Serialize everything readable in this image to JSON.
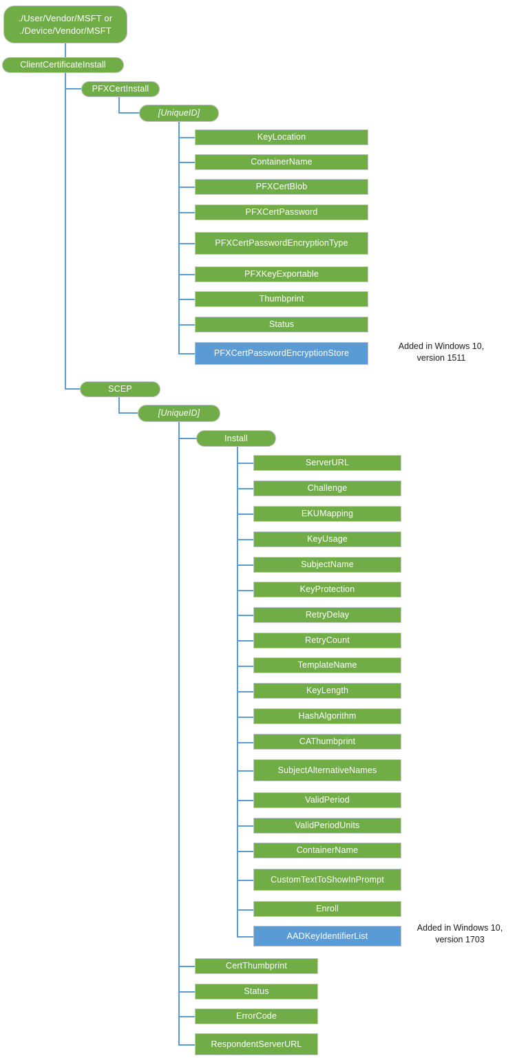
{
  "diagram": {
    "title": "ClientCertificateInstall CSP node tree",
    "colors": {
      "node_green": "#70AD47",
      "node_blue": "#5B9BD5",
      "connector": "#5B9BD5",
      "node_text": "#FFFFFF",
      "annotation_text": "#1A1A1A",
      "background": "#FFFFFF"
    },
    "root": {
      "label": "./User/Vendor/MSFT or\n./Device/Vendor/MSFT"
    },
    "level1": {
      "label": "ClientCertificateInstall"
    },
    "pfx": {
      "branch_label": "PFXCertInstall",
      "unique_id_label": "[UniqueID]",
      "children": [
        {
          "label": "KeyLocation",
          "color": "green"
        },
        {
          "label": "ContainerName",
          "color": "green"
        },
        {
          "label": "PFXCertBlob",
          "color": "green"
        },
        {
          "label": "PFXCertPassword",
          "color": "green"
        },
        {
          "label": "PFXCertPasswordEncryptionType",
          "color": "green"
        },
        {
          "label": "PFXKeyExportable",
          "color": "green"
        },
        {
          "label": "Thumbprint",
          "color": "green"
        },
        {
          "label": "Status",
          "color": "green"
        },
        {
          "label": "PFXCertPasswordEncryptionStore",
          "color": "blue"
        }
      ],
      "annotation": "Added in Windows 10,\nversion 1511"
    },
    "scep": {
      "branch_label": "SCEP",
      "unique_id_label": "[UniqueID]",
      "install_label": "Install",
      "install_children": [
        {
          "label": "ServerURL",
          "color": "green"
        },
        {
          "label": "Challenge",
          "color": "green"
        },
        {
          "label": "EKUMapping",
          "color": "green"
        },
        {
          "label": "KeyUsage",
          "color": "green"
        },
        {
          "label": "SubjectName",
          "color": "green"
        },
        {
          "label": "KeyProtection",
          "color": "green"
        },
        {
          "label": "RetryDelay",
          "color": "green"
        },
        {
          "label": "RetryCount",
          "color": "green"
        },
        {
          "label": "TemplateName",
          "color": "green"
        },
        {
          "label": "KeyLength",
          "color": "green"
        },
        {
          "label": "HashAlgorithm",
          "color": "green"
        },
        {
          "label": "CAThumbprint",
          "color": "green"
        },
        {
          "label": "SubjectAlternativeNames",
          "color": "green"
        },
        {
          "label": "ValidPeriod",
          "color": "green"
        },
        {
          "label": "ValidPeriodUnits",
          "color": "green"
        },
        {
          "label": "ContainerName",
          "color": "green"
        },
        {
          "label": "CustomTextToShowInPrompt",
          "color": "green"
        },
        {
          "label": "Enroll",
          "color": "green"
        },
        {
          "label": "AADKeyIdentifierList",
          "color": "blue"
        }
      ],
      "annotation": "Added in Windows 10,\nversion 1703",
      "unique_id_children": [
        {
          "label": "CertThumbprint",
          "color": "green"
        },
        {
          "label": "Status",
          "color": "green"
        },
        {
          "label": "ErrorCode",
          "color": "green"
        },
        {
          "label": "RespondentServerURL",
          "color": "green"
        }
      ]
    }
  }
}
